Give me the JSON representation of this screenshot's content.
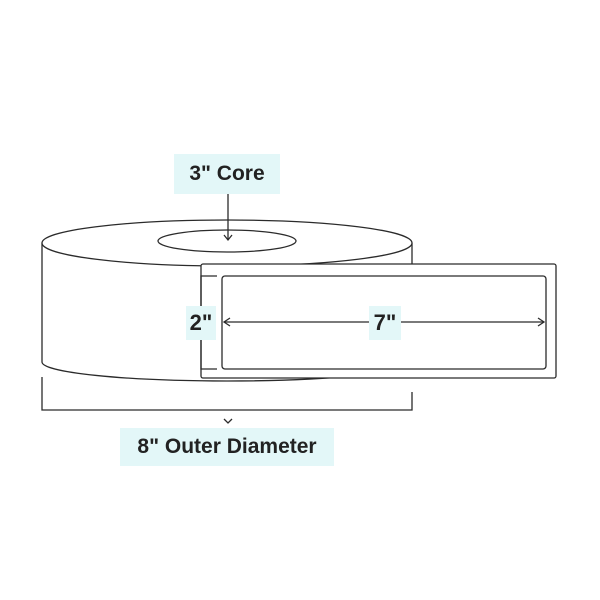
{
  "labels": {
    "core": "3\" Core",
    "label_height": "2\"",
    "label_width": "7\"",
    "outer_diameter": "8\" Outer Diameter"
  },
  "colors": {
    "label_background": "#e3f7f8",
    "line": "#2b2b2b",
    "text": "#222222"
  }
}
